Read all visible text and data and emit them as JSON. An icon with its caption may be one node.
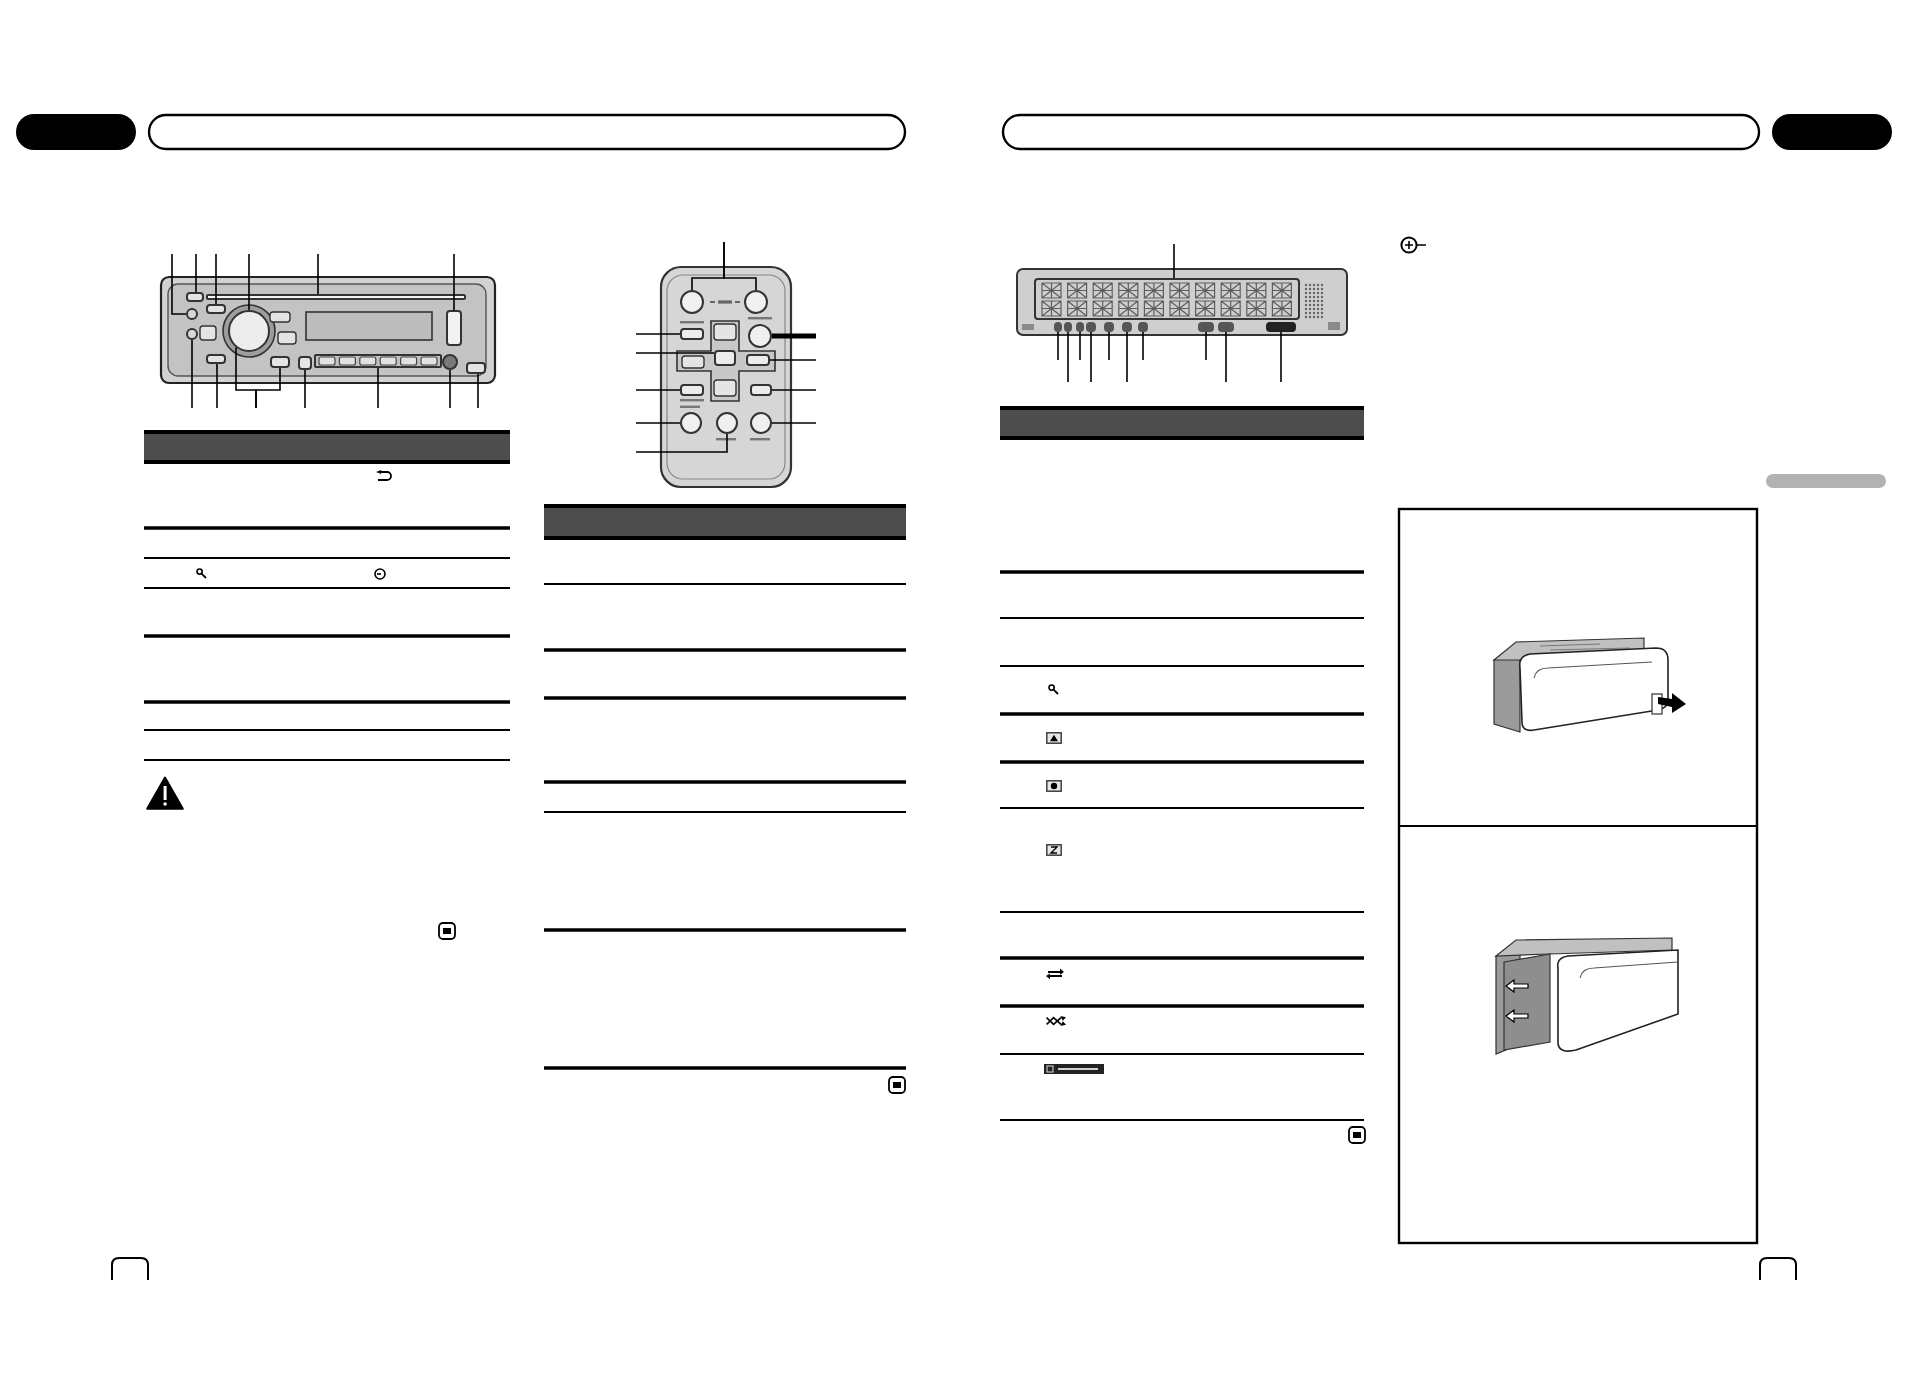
{
  "diagram": {
    "nodes": [
      {
        "text": [],
        "shape": "circle"
      },
      {
        "text": [],
        "shape": "box"
      },
      {
        "text": [],
        "shape": "box"
      },
      {
        "text": [],
        "shape": "circle"
      },
      {
        "text": [],
        "shape": "bar"
      },
      {
        "text": [],
        "shape": "box"
      },
      {
        "text": [],
        "shape": "circle"
      },
      {
        "text": [],
        "shape": "box"
      },
      {
        "text": [],
        "shape": "box"
      },
      {
        "text": [],
        "shape": "box"
      },
      {
        "text": [],
        "shape": "bar"
      },
      {
        "text": [],
        "shape": "circle"
      },
      {
        "text": [],
        "shape": "box"
      },
      {
        "text": [],
        "shape": "circle"
      },
      {
        "text": [],
        "shape": "circle"
      },
      {
        "text": [],
        "shape": "box"
      },
      {
        "text": [],
        "shape": "box"
      },
      {
        "text": [],
        "shape": "circle"
      },
      {
        "text": [],
        "shape": "box"
      },
      {
        "text": [],
        "shape": "box"
      },
      {
        "text": [],
        "shape": "box"
      },
      {
        "text": [],
        "shape": "circle"
      },
      {
        "text": [],
        "shape": "circle"
      },
      {
        "text": [],
        "shape": "circle"
      },
      {
        "text": [],
        "shape": "box"
      },
      {
        "text": [],
        "shape": "box"
      },
      {
        "text": [],
        "shape": "box"
      },
      {
        "text": [],
        "shape": "box"
      },
      {
        "text": [],
        "shape": "box"
      },
      {
        "text": [],
        "shape": "box"
      },
      {
        "text": [],
        "shape": "box"
      },
      {
        "text": [],
        "shape": "box"
      },
      {
        "text": [],
        "shape": "box"
      },
      {
        "text": [],
        "shape": "box"
      },
      {
        "text": [],
        "shape": "box"
      }
    ],
    "edges": [
      {
        "from": null,
        "to": 0,
        "arrow": "none"
      },
      {
        "from": null,
        "to": 1,
        "arrow": "none"
      },
      {
        "from": null,
        "to": 2,
        "arrow": "none"
      },
      {
        "from": null,
        "to": 3,
        "arrow": "none"
      },
      {
        "from": null,
        "to": 4,
        "arrow": "none"
      },
      {
        "from": null,
        "to": 5,
        "arrow": "none"
      },
      {
        "from": null,
        "to": 6,
        "arrow": "none"
      },
      {
        "from": null,
        "to": 7,
        "arrow": "none"
      },
      {
        "from": null,
        "to": 3,
        "arrow": "none"
      },
      {
        "from": null,
        "to": 8,
        "arrow": "none"
      },
      {
        "from": null,
        "to": 9,
        "arrow": "none"
      },
      {
        "from": null,
        "to": 10,
        "arrow": "none"
      },
      {
        "from": null,
        "to": 11,
        "arrow": "none"
      },
      {
        "from": null,
        "to": 12,
        "arrow": "none"
      },
      {
        "from": null,
        "to": 13,
        "arrow": "none"
      },
      {
        "from": null,
        "to": 14,
        "arrow": "none"
      },
      {
        "from": null,
        "to": 15,
        "arrow": "none"
      },
      {
        "from": null,
        "to": 16,
        "arrow": "none"
      },
      {
        "from": null,
        "to": 17,
        "arrow": "none",
        "style": "thick"
      },
      {
        "from": null,
        "to": 18,
        "arrow": "none"
      },
      {
        "from": null,
        "to": 19,
        "arrow": "none"
      },
      {
        "from": null,
        "to": 20,
        "arrow": "none"
      },
      {
        "from": null,
        "to": 21,
        "arrow": "none"
      },
      {
        "from": null,
        "to": 22,
        "arrow": "none"
      },
      {
        "from": null,
        "to": 23,
        "arrow": "none"
      },
      {
        "from": null,
        "to": 24,
        "arrow": "none"
      },
      {
        "from": null,
        "to": 25,
        "arrow": "none"
      },
      {
        "from": null,
        "to": 26,
        "arrow": "none"
      },
      {
        "from": null,
        "to": 27,
        "arrow": "none"
      },
      {
        "from": null,
        "to": 28,
        "arrow": "none"
      },
      {
        "from": null,
        "to": 29,
        "arrow": "none"
      },
      {
        "from": null,
        "to": 30,
        "arrow": "none"
      },
      {
        "from": null,
        "to": 31,
        "arrow": "none"
      },
      {
        "from": null,
        "to": 32,
        "arrow": "none"
      },
      {
        "from": null,
        "to": 33,
        "arrow": "none"
      },
      {
        "from": null,
        "to": 34,
        "arrow": "none"
      }
    ]
  }
}
